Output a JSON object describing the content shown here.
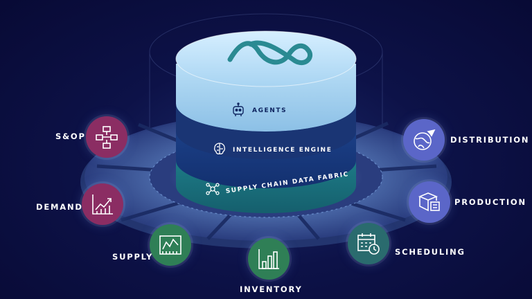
{
  "layers": {
    "agents": "AGENTS",
    "engine": "INTELLIGENCE ENGINE",
    "fabric": "SUPPLY CHAIN DATA FABRIC"
  },
  "modules": {
    "sop": {
      "label": "S&OP",
      "color": "#8b2d63"
    },
    "demand": {
      "label": "DEMAND",
      "color": "#8b2d63"
    },
    "supply": {
      "label": "SUPPLY",
      "color": "#2f7f56"
    },
    "inventory": {
      "label": "INVENTORY",
      "color": "#2f7f56"
    },
    "scheduling": {
      "label": "SCHEDULING",
      "color": "#2a6b6e"
    },
    "production": {
      "label": "PRODUCTION",
      "color": "#5b66c8"
    },
    "distribution": {
      "label": "DISTRIBUTION",
      "color": "#5b66c8"
    }
  },
  "icons": {
    "logo": "wave-loop-logo",
    "agents": "robot-icon",
    "engine": "brain-icon",
    "fabric": "network-icon",
    "sop": "flowchart-icon",
    "demand": "growth-chart-icon",
    "supply": "line-chart-icon",
    "inventory": "bar-chart-icon",
    "scheduling": "calendar-clock-icon",
    "production": "boxes-icon",
    "distribution": "globe-plane-icon"
  }
}
